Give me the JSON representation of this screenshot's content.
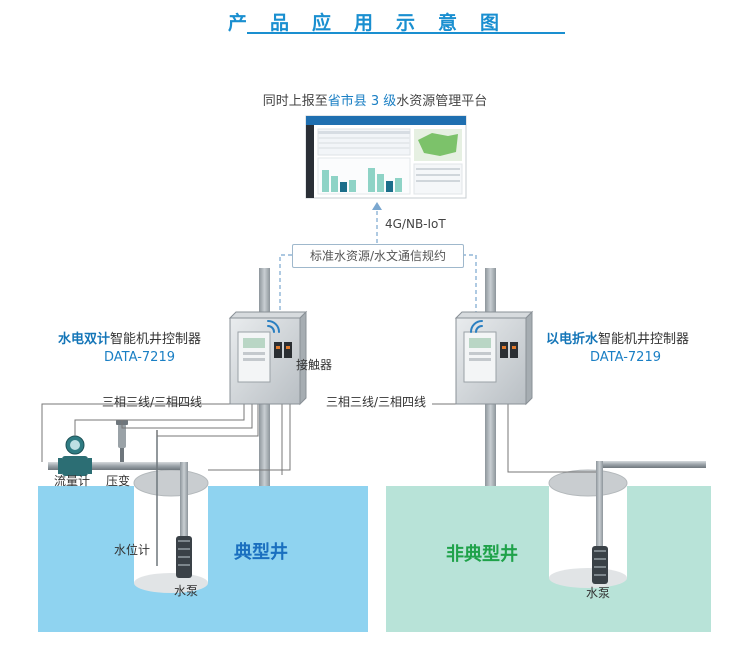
{
  "header": {
    "title": "产品应用示意图"
  },
  "platform": {
    "report_prefix": "同时上报至",
    "report_highlight": "省市县 3 级",
    "report_suffix": "水资源管理平台",
    "network": "4G/NB-IoT",
    "protocol": "标准水资源/水文通信规约"
  },
  "left_station": {
    "controller_bold": "水电双计",
    "controller_rest": "智能机井控制器",
    "model": "DATA-7219",
    "contactor": "接触器",
    "wiring": "三相三线/三相四线",
    "flowmeter": "流量计",
    "pressure": "压变",
    "level": "水位计",
    "pump": "水泵",
    "well_type": "典型井"
  },
  "right_station": {
    "controller_bold": "以电折水",
    "controller_rest": "智能机井控制器",
    "model": "DATA-7219",
    "wiring": "三相三线/三相四线",
    "pump": "水泵",
    "well_type": "非典型井"
  },
  "colors": {
    "title": "#1a8fd0",
    "typical_water": "#8fd3f0",
    "atypical_water": "#b8e3d8",
    "typical_label": "#1a6fbf",
    "atypical_label": "#1fa24a"
  }
}
